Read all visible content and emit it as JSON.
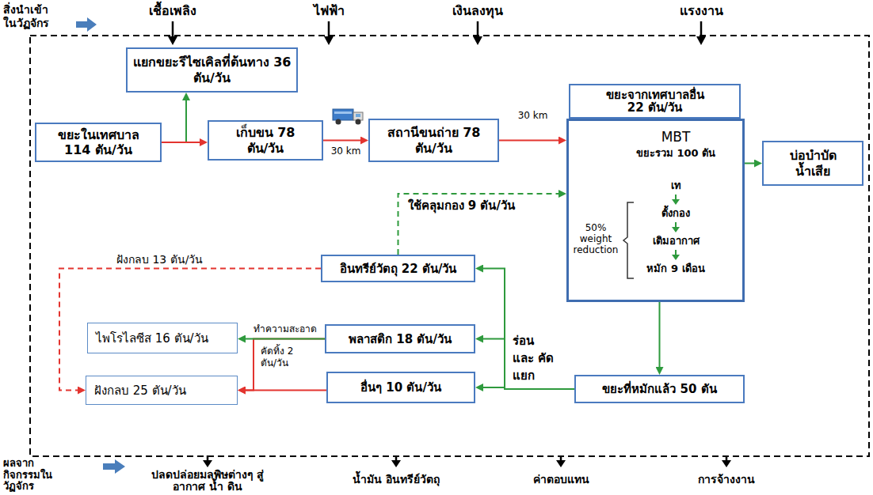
{
  "diagram": {
    "nodes": [
      {
        "text": [
          "ขยะในเทศบาล 114 ตัน/วัน"
        ]
      },
      {
        "text": [
          "แยกขยะรีไซเคิลที่ต้นทาง 36 ตัน/วัน"
        ]
      },
      {
        "text": [
          "เก็บขน 78 ตัน/วัน"
        ]
      },
      {
        "text": [
          "สถานีขนถ่าย 78 ตัน/วัน"
        ]
      },
      {
        "text": [
          "ขยะจากเทศบาลอื่น 22 ตัน/วัน"
        ]
      },
      {
        "text": [
          "MBT",
          "ขยะรวม 100 ตัน",
          "เท",
          "ตั้งกอง",
          "เติมอากาศ",
          "หมัก 9 เดือน",
          "50% weight reduction"
        ]
      },
      {
        "text": [
          "บ่อบำบัด น้ำเสีย"
        ]
      },
      {
        "text": [
          "อินทรีย์วัตถุ 22 ตัน/วัน"
        ]
      },
      {
        "text": [
          "พลาสติก 18 ตัน/วัน"
        ]
      },
      {
        "text": [
          "อื่นๆ 10 ตัน/วัน"
        ]
      },
      {
        "text": [
          "ขยะที่หมักแล้ว 50 ตัน"
        ]
      },
      {
        "text": [
          "ไพโรไลซีส 16 ตัน/วัน"
        ]
      },
      {
        "text": [
          "ฝังกลบ 25 ตัน/วัน"
        ]
      }
    ],
    "edges": [
      {
        "from": 0,
        "to": 1,
        "arrow": "to"
      },
      {
        "from": 0,
        "to": 2,
        "arrow": "to"
      },
      {
        "from": 2,
        "to": 3,
        "label": "30 km",
        "arrow": "to"
      },
      {
        "from": 3,
        "to": 5,
        "label": "30 km",
        "arrow": "to"
      },
      {
        "from": 5,
        "to": 6,
        "arrow": "to"
      },
      {
        "from": 5,
        "to": 10,
        "arrow": "to"
      },
      {
        "from": 10,
        "to": 7,
        "arrow": "to"
      },
      {
        "from": 10,
        "to": 8,
        "label": "ร่อน และ คัดแยก",
        "arrow": "to"
      },
      {
        "from": 10,
        "to": 9,
        "arrow": "to"
      },
      {
        "from": 7,
        "to": 5,
        "label": "ใช้คลุมกอง 9 ตัน/วัน",
        "arrow": "to"
      },
      {
        "from": 7,
        "to": 12,
        "label": "ฝังกลบ 13 ตัน/วัน",
        "arrow": "to"
      },
      {
        "from": 8,
        "to": 12,
        "label": "คัดทิ้ง 2 ตัน/วัน",
        "arrow": "to"
      },
      {
        "from": 8,
        "to": 11,
        "label": "ทำความสะอาด",
        "arrow": "to"
      },
      {
        "from": 9,
        "to": 12,
        "arrow": "to"
      }
    ],
    "labels": [
      "สิ่งนำเข้า ในวัฏจักร",
      "เชื้อเพลิง",
      "ไฟฟ้า",
      "เงินลงทุน",
      "แรงงาน",
      "ผลจาก กิจกรรมใน วัฏจักร",
      "ปลดปล่อยมลพิษต่างๆ สู่อากาศ น้ำ ดิน",
      "น้ำมัน อินทรีย์วัตถุ",
      "ค่าตอบแทน",
      "การจ้างงาน"
    ]
  }
}
